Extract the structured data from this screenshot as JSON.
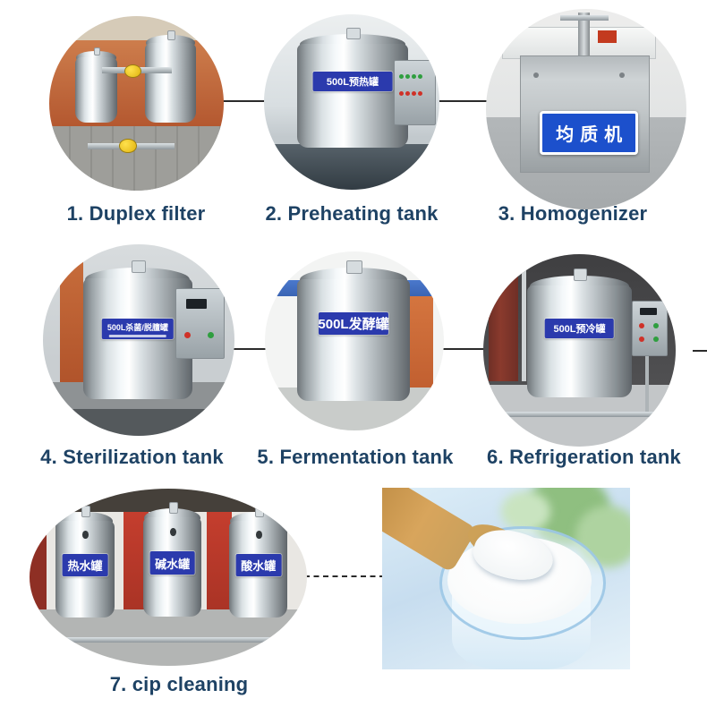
{
  "captions": [
    "1. Duplex filter",
    "2. Preheating tank",
    "3. Homogenizer",
    "4. Sterilization tank",
    "5. Fermentation tank",
    "6. Refrigeration tank",
    "7. cip cleaning"
  ],
  "equipment_labels": {
    "preheating_tank": "500L预热罐",
    "homogenizer_sign": "均质机",
    "sterilization_tank": "500L杀菌/脱膻罐",
    "fermentation_tank": "500L发酵罐",
    "refrigeration_tank": "500L预冷罐",
    "cip_hot_water_tank": "热水罐",
    "cip_alkali_water_tank": "碱水罐",
    "cip_acid_water_tank": "酸水罐"
  },
  "colors": {
    "background": "#ffffff",
    "caption_text": "#1e4264",
    "tank_label_blue": "#2b3aad",
    "homogenizer_sign_blue": "#1c50cc",
    "connector_line": "#2b2b2b"
  }
}
